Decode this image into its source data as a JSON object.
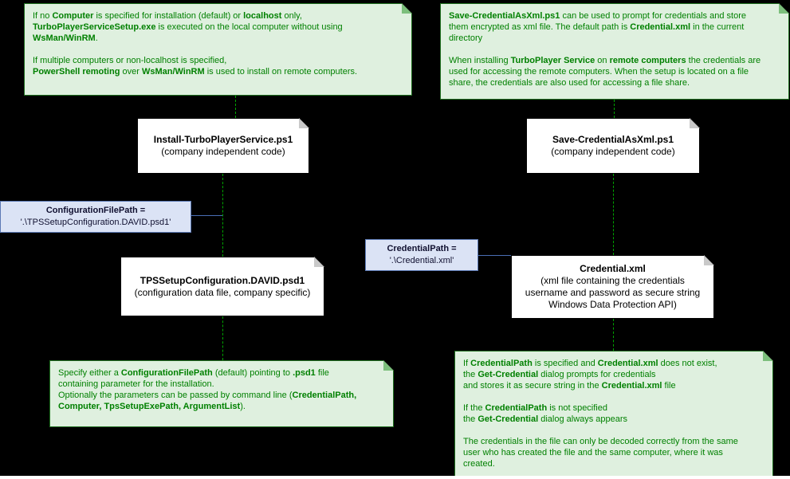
{
  "palette": {
    "page_bg": "#000000",
    "green_fill": "#dff0df",
    "green_border": "#1f6f1f",
    "green_text": "#008000",
    "green_fold": "#7cbf7c",
    "blue_fill": "#dbe3f5",
    "blue_border": "#5b79b5",
    "blue_text": "#101030",
    "box_fill": "#ffffff",
    "box_border": "#000000",
    "dash_line": "#00a400",
    "blue_line": "#4a6fb5"
  },
  "notes": {
    "install_behavior": {
      "lines": [
        [
          {
            "t": "If no ",
            "b": false
          },
          {
            "t": "Computer",
            "b": true
          },
          {
            "t": " is specified for installation (default) or ",
            "b": false
          },
          {
            "t": "localhost",
            "b": true
          },
          {
            "t": " only,",
            "b": false
          }
        ],
        [
          {
            "t": "TurboPlayerServiceSetup.exe",
            "b": true
          },
          {
            "t": " is executed on the local computer without using",
            "b": false
          }
        ],
        [
          {
            "t": "WsMan/WinRM",
            "b": true
          },
          {
            "t": ".",
            "b": false
          }
        ],
        [],
        [
          {
            "t": "If multiple computers or non-localhost is specified,",
            "b": false
          }
        ],
        [
          {
            "t": "PowerShell remoting",
            "b": true
          },
          {
            "t": " over ",
            "b": false
          },
          {
            "t": "WsMan/WinRM",
            "b": true
          },
          {
            "t": " is used to install on remote computers.",
            "b": false
          }
        ]
      ]
    },
    "save_credential_info": {
      "lines": [
        [
          {
            "t": "Save-CredentialAsXml.ps1",
            "b": true
          },
          {
            "t": " can be used to prompt for credentials and store",
            "b": false
          }
        ],
        [
          {
            "t": "them encrypted as xml file. The default path is ",
            "b": false
          },
          {
            "t": "Credential.xml",
            "b": true
          },
          {
            "t": " in the current",
            "b": false
          }
        ],
        [
          {
            "t": "directory",
            "b": false
          }
        ],
        [],
        [
          {
            "t": "When installing ",
            "b": false
          },
          {
            "t": "TurboPlayer Service",
            "b": true
          },
          {
            "t": " on ",
            "b": false
          },
          {
            "t": "remote computers",
            "b": true
          },
          {
            "t": " the credentials are",
            "b": false
          }
        ],
        [
          {
            "t": "used for accessing the remote computers. When the setup is located on a file",
            "b": false
          }
        ],
        [
          {
            "t": "share, the credentials are also used for accessing a file share.",
            "b": false
          }
        ]
      ]
    },
    "configuration_file_path": {
      "lines": [
        [
          {
            "t": "ConfigurationFilePath =",
            "b": true
          }
        ],
        [
          {
            "t": "'.\\TPSSetupConfiguration.DAVID.psd1'",
            "b": false
          }
        ]
      ]
    },
    "credential_path": {
      "lines": [
        [
          {
            "t": "CredentialPath =",
            "b": true
          }
        ],
        [
          {
            "t": "'.\\Credential.xml'",
            "b": false
          }
        ]
      ]
    },
    "psd1_usage": {
      "lines": [
        [
          {
            "t": "Specify either a ",
            "b": false
          },
          {
            "t": "ConfigurationFilePath",
            "b": true
          },
          {
            "t": " (default) pointing to ",
            "b": false
          },
          {
            "t": ".psd1",
            "b": true
          },
          {
            "t": " file",
            "b": false
          }
        ],
        [
          {
            "t": "containing parameter for the installation.",
            "b": false
          }
        ],
        [
          {
            "t": "Optionally the parameters can be passed by command line (",
            "b": false
          },
          {
            "t": "CredentialPath,",
            "b": true
          }
        ],
        [
          {
            "t": "Computer, TpsSetupExePath, ArgumentList",
            "b": true
          },
          {
            "t": ").",
            "b": false
          }
        ]
      ]
    },
    "credential_usage": {
      "lines": [
        [
          {
            "t": "If ",
            "b": false
          },
          {
            "t": "CredentialPath",
            "b": true
          },
          {
            "t": " is specified and ",
            "b": false
          },
          {
            "t": "Credential.xml",
            "b": true
          },
          {
            "t": " does not exist,",
            "b": false
          }
        ],
        [
          {
            "t": "the ",
            "b": false
          },
          {
            "t": "Get-Credential",
            "b": true
          },
          {
            "t": " dialog prompts for credentials",
            "b": false
          }
        ],
        [
          {
            "t": "and stores it as secure string in the ",
            "b": false
          },
          {
            "t": "Credential.xml",
            "b": true
          },
          {
            "t": " file",
            "b": false
          }
        ],
        [],
        [
          {
            "t": "If the ",
            "b": false
          },
          {
            "t": "CredentialPath",
            "b": true
          },
          {
            "t": " is not specified",
            "b": false
          }
        ],
        [
          {
            "t": "the ",
            "b": false
          },
          {
            "t": "Get-Credential",
            "b": true
          },
          {
            "t": " dialog always appears",
            "b": false
          }
        ],
        [],
        [
          {
            "t": "The credentials in the file can only be decoded correctly from the same",
            "b": false
          }
        ],
        [
          {
            "t": "user who has created the file and the same computer, where it was",
            "b": false
          }
        ],
        [
          {
            "t": "created.",
            "b": false
          }
        ]
      ]
    }
  },
  "files": {
    "install_ps1": {
      "title": "Install-TurboPlayerService.ps1",
      "subtitle": [
        [
          {
            "t": "(company independent code)",
            "b": false
          }
        ]
      ]
    },
    "save_ps1": {
      "title": "Save-CredentialAsXml.ps1",
      "subtitle": [
        [
          {
            "t": "(company independent code)",
            "b": false
          }
        ]
      ]
    },
    "psd1": {
      "title": "TPSSetupConfiguration.DAVID.psd1",
      "subtitle": [
        [
          {
            "t": "(configuration data file, company specific)",
            "b": false
          }
        ]
      ]
    },
    "credential_xml": {
      "title": "Credential.xml",
      "subtitle": [
        [
          {
            "t": "(xml file containing the credentials",
            "b": false
          }
        ],
        [
          {
            "t": "username and password as secure string",
            "b": false
          }
        ],
        [
          {
            "t": "Windows Data Protection API)",
            "b": false
          }
        ]
      ]
    }
  }
}
